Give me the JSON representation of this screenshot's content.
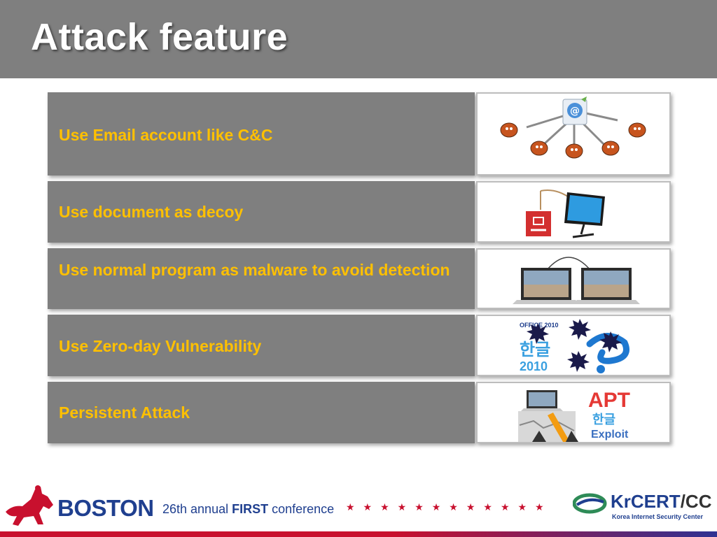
{
  "slide": {
    "title": "Attack feature",
    "rows": [
      {
        "label": "Use Email account like C&C",
        "image": "email-cc-diagram"
      },
      {
        "label": "Use document as decoy",
        "image": "decoy-document-monitor"
      },
      {
        "label": "Use normal program as malware to avoid detection",
        "image": "two-laptops-connected"
      },
      {
        "label": "Use Zero-day Vulnerability",
        "image": "hangul-2010-logo"
      },
      {
        "label": "Persistent Attack",
        "image": "apt-exploit-graphic"
      }
    ],
    "images": {
      "email_icon_text": "@",
      "hangul_top_text": "OFFICE 2010",
      "hangul_text": "한글",
      "hangul_year": "2010",
      "apt_text": "APT",
      "apt_hangul": "한글",
      "apt_exploit": "Exploit"
    }
  },
  "footer": {
    "boston": "BOSTON",
    "conference_prefix": "26th annual ",
    "conference_bold": "FIRST",
    "conference_suffix": " conference",
    "stars": "★★★★★★★★★★★★",
    "krcert_kr": "Kr",
    "krcert_cert": "CERT",
    "krcert_slash": "/CC",
    "krcert_sub": "Korea Internet Security Center"
  },
  "colors": {
    "header_bg": "#7f7f7f",
    "label_text": "#ffc000",
    "brand_blue": "#1f3f8f",
    "brand_red": "#c8102e"
  }
}
